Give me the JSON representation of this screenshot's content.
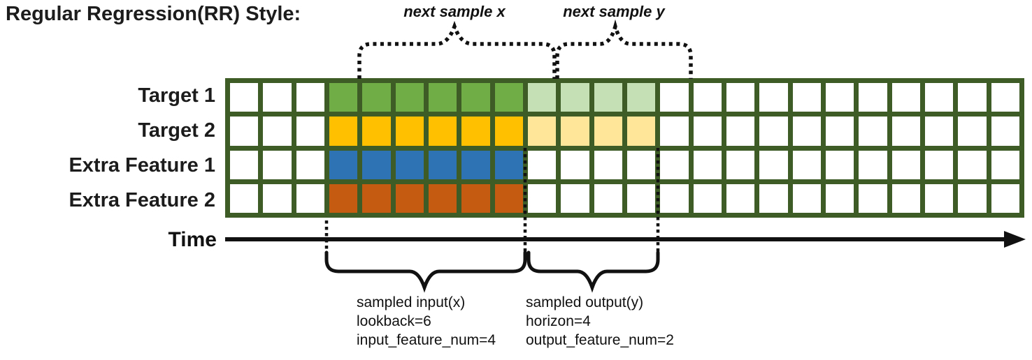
{
  "title": "Regular Regression(RR) Style:",
  "annotations": {
    "next_sample_x": "next sample x",
    "next_sample_y": "next sample y"
  },
  "time_axis": {
    "label": "Time"
  },
  "grid": {
    "columns": 24,
    "row_labels": [
      "Target 1",
      "Target 2",
      "Extra Feature 1",
      "Extra Feature 2"
    ],
    "palette": {
      "w": "#ffffff",
      "g": "#70ad47",
      "gl": "#c5e0b4",
      "y": "#ffc000",
      "yl": "#ffe699",
      "b": "#2e74b5",
      "o": "#c55a11",
      "line": "#3d5c26"
    },
    "rows": [
      {
        "label": "Target 1",
        "cells": [
          "w",
          "w",
          "w",
          "g",
          "g",
          "g",
          "g",
          "g",
          "g",
          "gl",
          "gl",
          "gl",
          "gl",
          "w",
          "w",
          "w",
          "w",
          "w",
          "w",
          "w",
          "w",
          "w",
          "w",
          "w"
        ]
      },
      {
        "label": "Target 2",
        "cells": [
          "w",
          "w",
          "w",
          "y",
          "y",
          "y",
          "y",
          "y",
          "y",
          "yl",
          "yl",
          "yl",
          "yl",
          "w",
          "w",
          "w",
          "w",
          "w",
          "w",
          "w",
          "w",
          "w",
          "w",
          "w"
        ]
      },
      {
        "label": "Extra Feature 1",
        "cells": [
          "w",
          "w",
          "w",
          "b",
          "b",
          "b",
          "b",
          "b",
          "b",
          "w",
          "w",
          "w",
          "w",
          "w",
          "w",
          "w",
          "w",
          "w",
          "w",
          "w",
          "w",
          "w",
          "w",
          "w"
        ]
      },
      {
        "label": "Extra Feature 2",
        "cells": [
          "w",
          "w",
          "w",
          "o",
          "o",
          "o",
          "o",
          "o",
          "o",
          "w",
          "w",
          "w",
          "w",
          "w",
          "w",
          "w",
          "w",
          "w",
          "w",
          "w",
          "w",
          "w",
          "w",
          "w"
        ]
      }
    ]
  },
  "sample_input": {
    "lines": [
      "sampled input(x)",
      "lookback=6",
      "input_feature_num=4"
    ]
  },
  "sample_output": {
    "lines": [
      "sampled output(y)",
      "horizon=4",
      "output_feature_num=2"
    ]
  }
}
